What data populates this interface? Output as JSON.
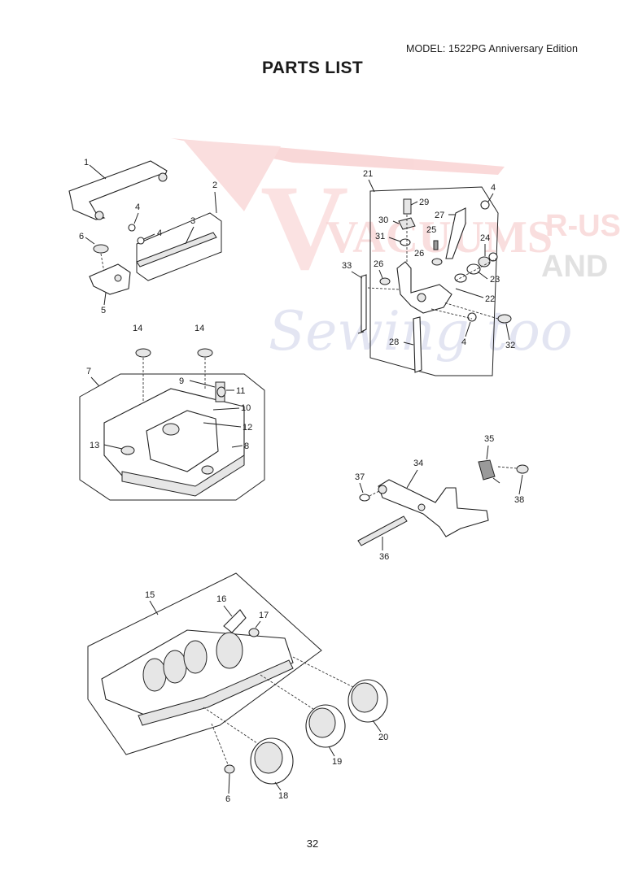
{
  "header": {
    "model": "MODEL: 1522PG Anniversary Edition",
    "title": "PARTS LIST"
  },
  "watermark": {
    "line1": "VACUUMS",
    "line2": "R-US",
    "line3": "AND",
    "line4": "Sewing too"
  },
  "callouts": {
    "c1": "1",
    "c2": "2",
    "c3": "3",
    "c4a": "4",
    "c4b": "4",
    "c4c": "4",
    "c4d": "4",
    "c5": "5",
    "c6a": "6",
    "c6b": "6",
    "c7": "7",
    "c8": "8",
    "c9": "9",
    "c10": "10",
    "c11": "11",
    "c12": "12",
    "c13": "13",
    "c14a": "14",
    "c14b": "14",
    "c15": "15",
    "c16": "16",
    "c17": "17",
    "c18": "18",
    "c19": "19",
    "c20": "20",
    "c21": "21",
    "c22": "22",
    "c23": "23",
    "c24": "24",
    "c25": "25",
    "c26a": "26",
    "c26b": "26",
    "c27": "27",
    "c28": "28",
    "c29": "29",
    "c30": "30",
    "c31": "31",
    "c32": "32",
    "c33": "33",
    "c34": "34",
    "c35": "35",
    "c36": "36",
    "c37": "37",
    "c38": "38"
  },
  "footer": {
    "page_number": "32"
  }
}
